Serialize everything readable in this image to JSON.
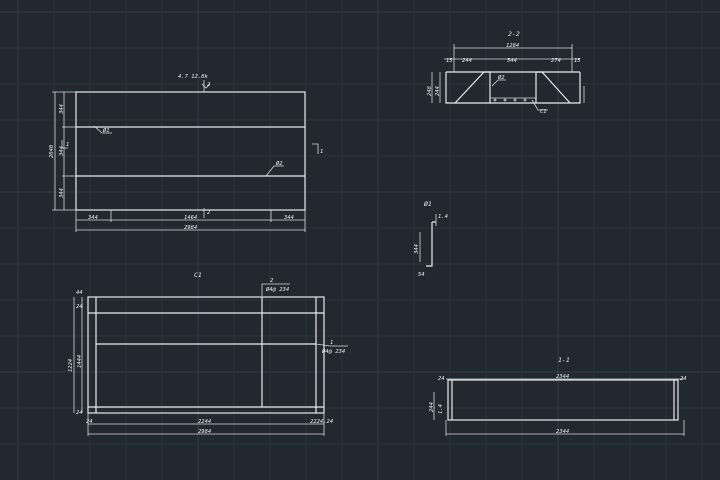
{
  "theme": {
    "background": "#212830",
    "line": "#e8eaec",
    "grid": "#2b333c"
  },
  "views": {
    "main": {
      "elev_tag": "4.7 12.8k",
      "dim_h_total": "2984",
      "dim_h_seg_left": "344",
      "dim_h_seg_mid": "1464",
      "dim_h_seg_right": "344",
      "dim_v_total": "2040",
      "dim_v_seg_top": "344",
      "dim_v_seg_mid": "344",
      "dim_v_seg_bot": "344",
      "callout_1": "Ø1",
      "callout_2": "Ø2",
      "section_mark": "1",
      "top_mark": "2"
    },
    "section_22": {
      "title": "2-2",
      "dim_total": "1284",
      "dim_a": "15",
      "dim_b": "244",
      "dim_c": "544",
      "dim_d": "274",
      "dim_e": "15",
      "dim_v1": "248",
      "dim_v2": "244",
      "callout_c": "C1",
      "callout_d": "Ø2"
    },
    "detail_11": {
      "title": "Ø1",
      "dim_top": "1.4",
      "dim_side": "344",
      "dim_bot": "54"
    },
    "plan_c1": {
      "title": "C1",
      "note_top": "2",
      "note_top_2": "Ø4@ 234",
      "note_right": "1",
      "note_right_2": "Ø4@ 234",
      "dim_bot_total": "2984",
      "dim_bot_inner": "2244",
      "dim_bot_left": "24",
      "dim_bot_right": "2224.24",
      "dim_left_total": "1224",
      "dim_left_mid": "1444",
      "dim_left_top": "44",
      "dim_left_top2": "24",
      "dim_left_bot": "24"
    },
    "section_33": {
      "title": "1-1",
      "dim_top": "2344",
      "dim_bot": "2344",
      "dim_left": "24",
      "dim_right": "24",
      "dim_v": "244",
      "dim_v2": "1.4"
    }
  }
}
